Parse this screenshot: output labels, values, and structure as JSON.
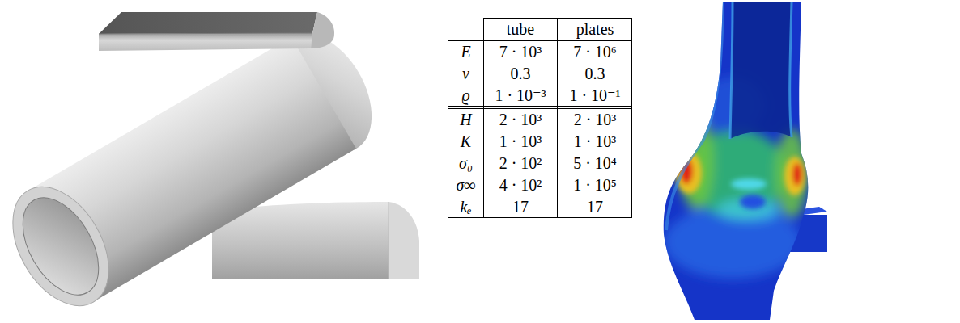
{
  "diagram": {
    "labels": [
      "tube",
      "plates",
      "E",
      "7 · 10³",
      "7 · 10⁶",
      "ν",
      "0.3",
      "0.3",
      "ϱ",
      "1 · 10⁻³",
      "1 · 10⁻¹",
      "H",
      "2 · 10³",
      "2 · 10³",
      "K",
      "1 · 10³",
      "1 · 10³",
      "σ₀",
      "2 · 10²",
      "5 · 10⁴",
      "σ∞",
      "4 · 10²",
      "1 · 10⁵",
      "kₑ",
      "17",
      "17"
    ]
  }
}
